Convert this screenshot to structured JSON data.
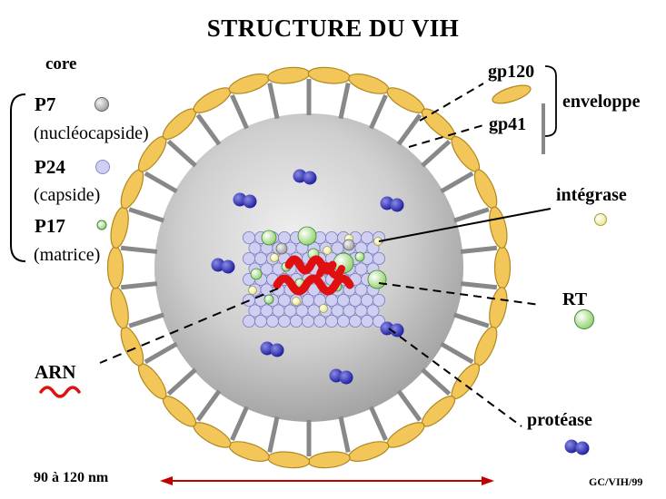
{
  "title": "STRUCTURE DU VIH",
  "core_heading": "core",
  "core_items": [
    {
      "name": "P7",
      "desc": "(nucléocapside)"
    },
    {
      "name": "P24",
      "desc": "(capside)"
    },
    {
      "name": "P17",
      "desc": "(matrice)"
    }
  ],
  "envelope": {
    "gp120": "gp120",
    "gp41": "gp41",
    "label": "enveloppe"
  },
  "integrase": "intégrase",
  "rt": "RT",
  "arn": "ARN",
  "protease": "protéase",
  "size": "90 à 120 nm",
  "credit": "GC/VIH/99",
  "colors": {
    "envelope": "#f3c65a",
    "envelope_stroke": "#b08820",
    "spike": "#888888",
    "capsid": "#cfcff2",
    "p7": "#b0b0b0",
    "p17": "#8fd06a",
    "rna": "#e01010",
    "protease": "#2a2ab0",
    "integrase": "#f5f0a0",
    "scale_arrow": "#c00000"
  }
}
